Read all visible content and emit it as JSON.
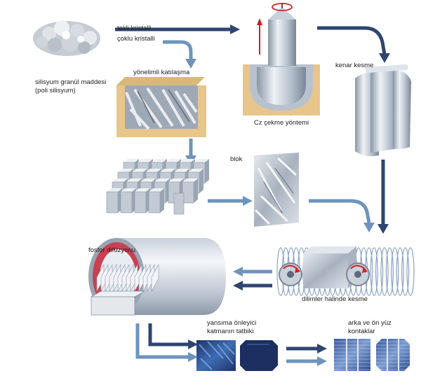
{
  "labels": {
    "polysilicon": "silisyum granül maddesi",
    "polysilicon_sub": "(poli silisyum)",
    "mono": "tekli kristalli",
    "poly": "çoklu kristalli",
    "directional": "yönelimli katılaşma",
    "cz": "Cz çekme yöntemi",
    "edge_cut": "kenar kesme",
    "block": "blok",
    "wire_saw": "dilimler halinde kesme",
    "phosphor": "fosfor difüzyonu",
    "arc_line1": "yansıma önleyici",
    "arc_line2": "katmanın tatbiki",
    "contacts_line1": "arka ve ön yüz",
    "contacts_line2": "kontaklar"
  },
  "colors": {
    "arrow_dark": "#2e4670",
    "arrow_light": "#6f93bd",
    "crucible": "#e8c58a",
    "rotation": "#d02020",
    "cell_blue": "#2a4f8f"
  }
}
